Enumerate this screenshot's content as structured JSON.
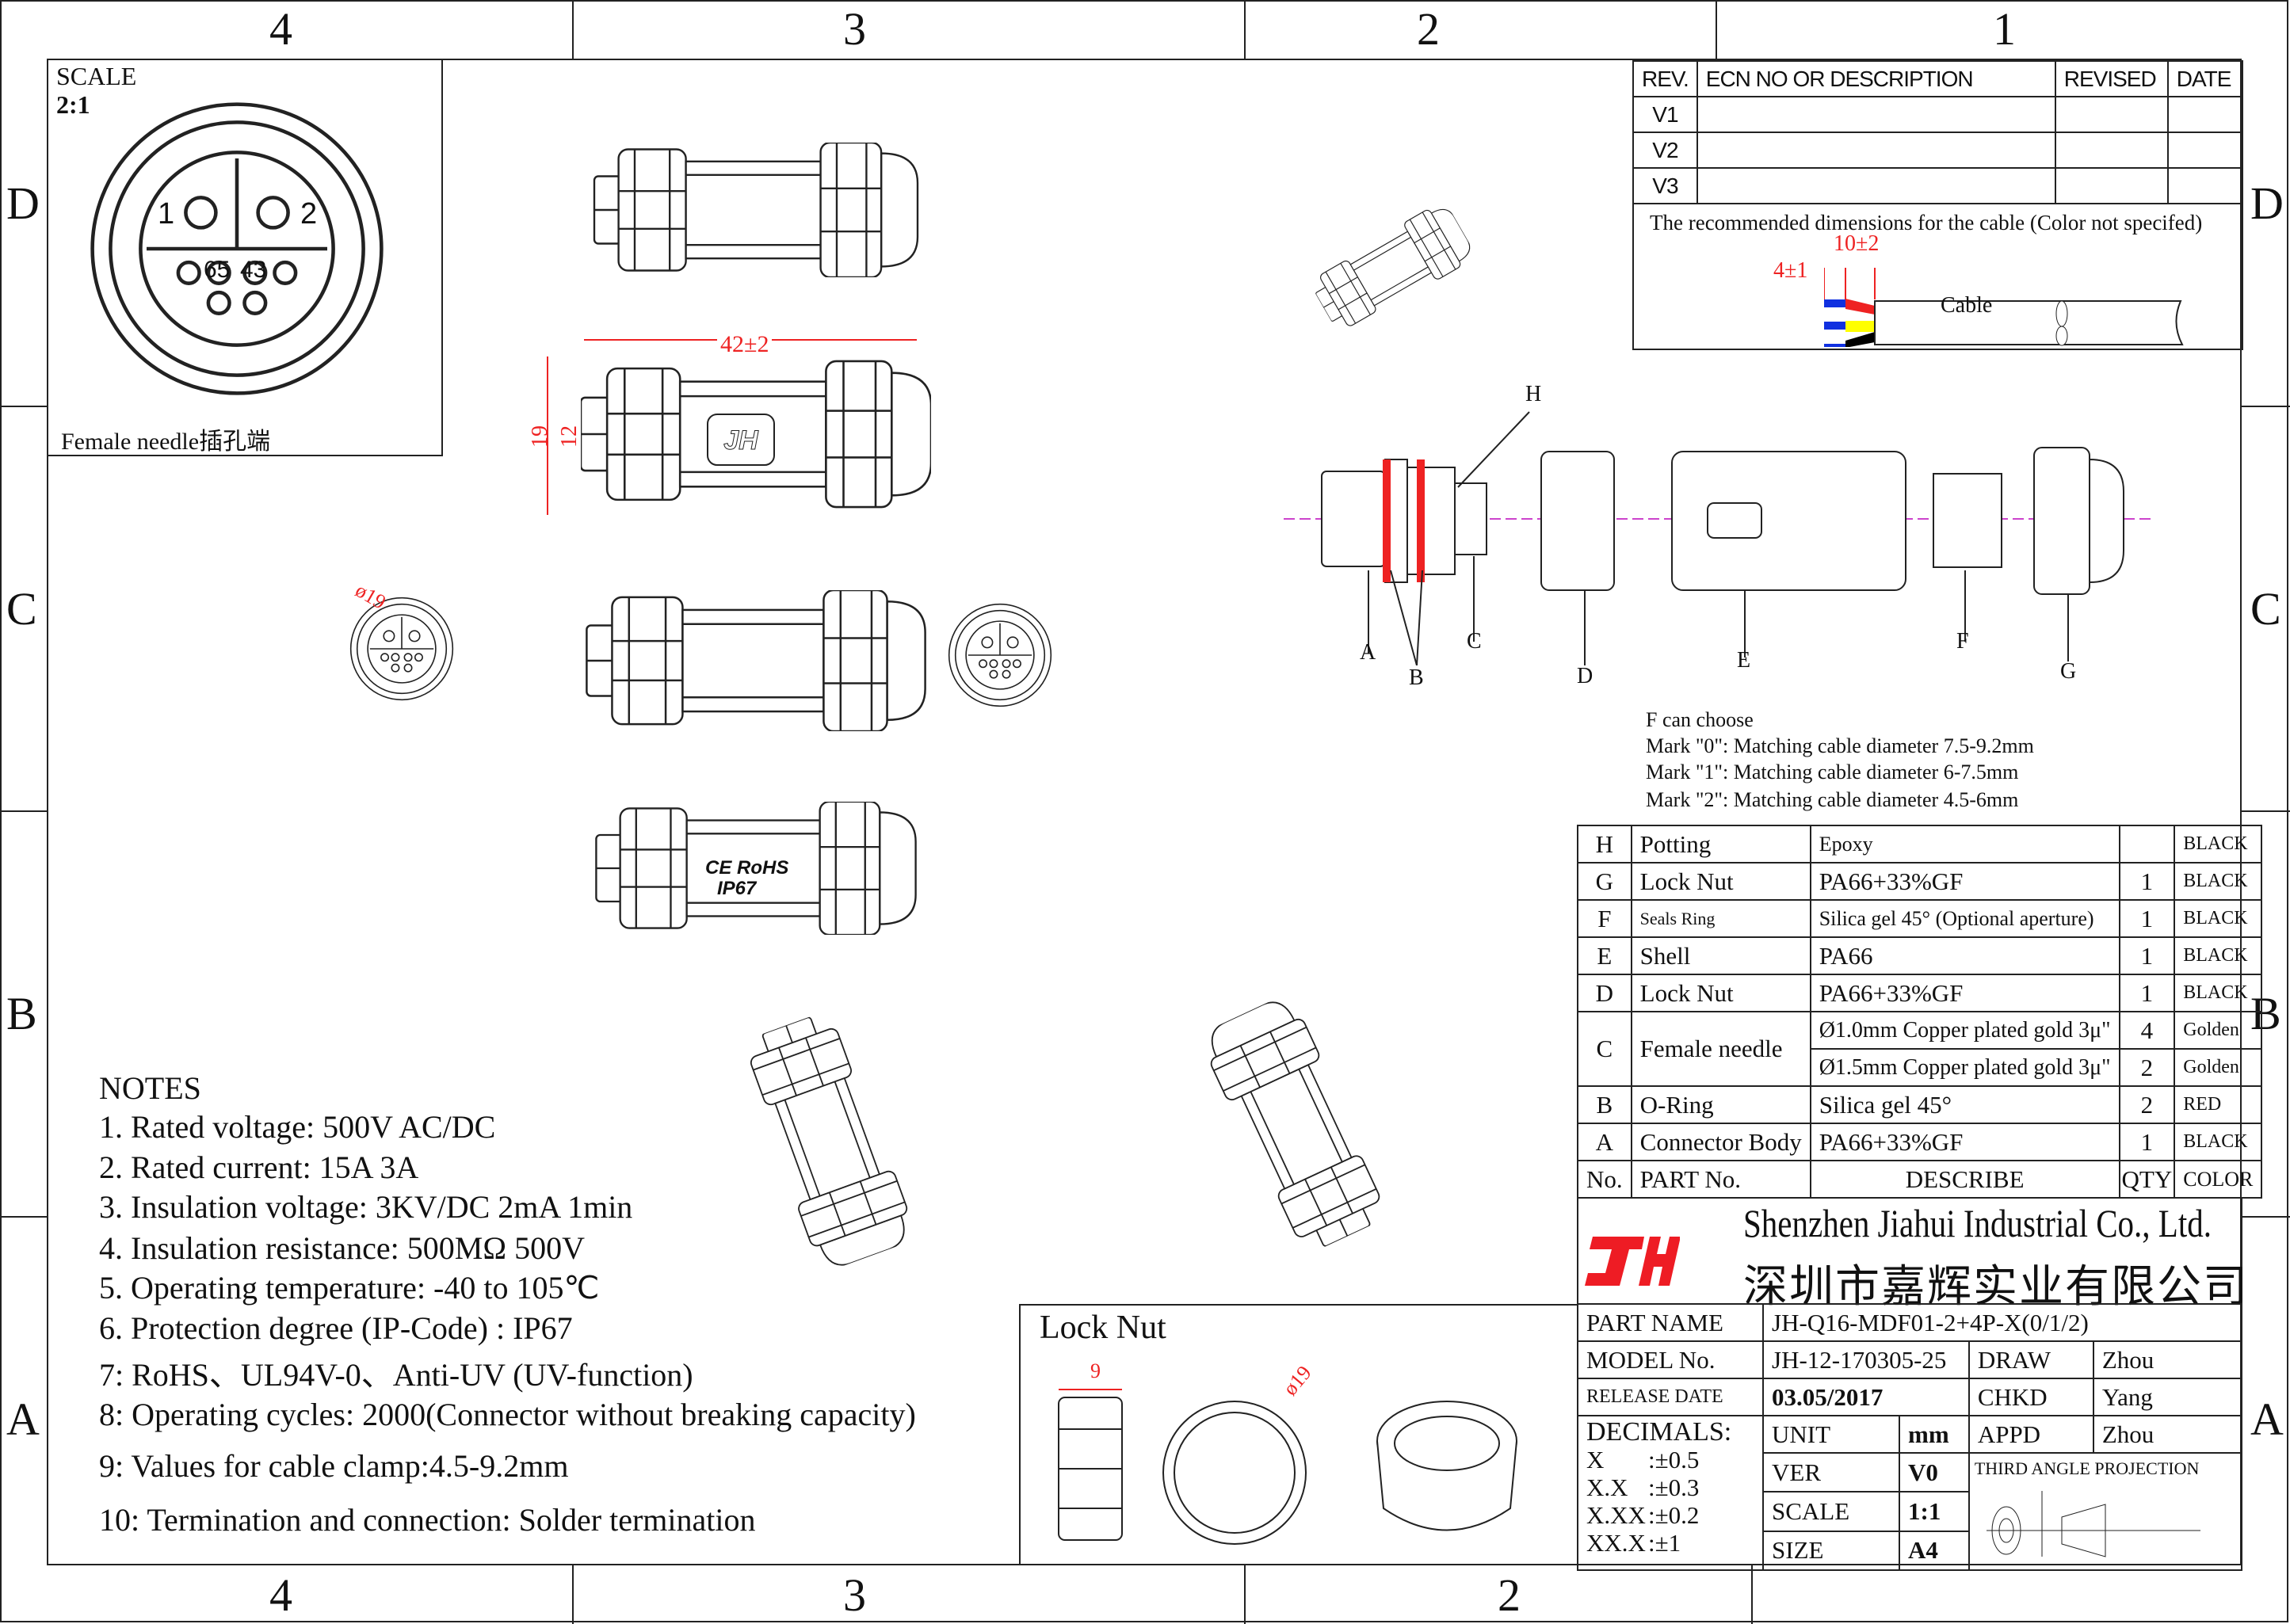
{
  "zones": {
    "top": [
      "4",
      "3",
      "2",
      "1"
    ],
    "side": [
      "D",
      "C",
      "B",
      "A"
    ],
    "bottom": [
      "4",
      "3",
      "2"
    ]
  },
  "scale_box": {
    "label": "SCALE",
    "value": "2:1",
    "caption": "Female needle插孔端",
    "pins": [
      "1",
      "2",
      "65",
      "43"
    ]
  },
  "revision_table": {
    "headers": [
      "REV.",
      "ECN NO OR DESCRIPTION",
      "REVISED",
      "DATE"
    ],
    "rows": [
      "V1",
      "V2",
      "V3"
    ]
  },
  "cable": {
    "note": "The recommended dimensions for the cable  (Color not specifed)",
    "dim_strip": "4±1",
    "dim_jacket": "10±2",
    "label": "Cable"
  },
  "dimensions": {
    "length": "42±2",
    "height_outer": "19",
    "height_inner": "12",
    "diameter": "ø19",
    "locknut_width": "9",
    "locknut_dia": "ø19"
  },
  "markings": {
    "ce_rohs": "CE RoHS",
    "ip": "IP67",
    "front_pins": "65 43"
  },
  "exploded_labels": {
    "A": "A",
    "B": "B",
    "C": "C",
    "D": "D",
    "E": "E",
    "F": "F",
    "G": "G",
    "H": "H"
  },
  "f_choose": {
    "title": "F can choose",
    "items": [
      "Mark \"0\": Matching cable diameter 7.5-9.2mm",
      "Mark \"1\": Matching cable diameter 6-7.5mm",
      "Mark \"2\": Matching cable diameter 4.5-6mm"
    ]
  },
  "parts": {
    "rows": [
      {
        "no": "H",
        "part": "Potting",
        "describe": "Epoxy",
        "qty": "",
        "color": "BLACK"
      },
      {
        "no": "G",
        "part": "Lock Nut",
        "describe": "PA66+33%GF",
        "qty": "1",
        "color": "BLACK"
      },
      {
        "no": "F",
        "part": "Seals Ring",
        "describe": "Silica gel 45°  (Optional aperture)",
        "qty": "1",
        "color": "BLACK"
      },
      {
        "no": "E",
        "part": "Shell",
        "describe": "PA66",
        "qty": "1",
        "color": "BLACK"
      },
      {
        "no": "D",
        "part": "Lock Nut",
        "describe": "PA66+33%GF",
        "qty": "1",
        "color": "BLACK"
      },
      {
        "no": "C",
        "part": "Female needle",
        "describe": "Ø1.0mm Copper plated gold 3μ\"",
        "qty": "4",
        "color": "Golden",
        "describe2": "Ø1.5mm Copper plated gold 3μ\"",
        "qty2": "2",
        "color2": "Golden"
      },
      {
        "no": "B",
        "part": "O-Ring",
        "describe": "Silica gel 45°",
        "qty": "2",
        "color": "RED"
      },
      {
        "no": "A",
        "part": "Connector Body",
        "describe": "PA66+33%GF",
        "qty": "1",
        "color": "BLACK"
      }
    ],
    "header": {
      "no": "No.",
      "part": "PART No.",
      "describe": "DESCRIBE",
      "qty": "QTY",
      "color": "COLOR"
    }
  },
  "company": {
    "logo": "JH",
    "name_en": "Shenzhen Jiahui Industrial Co., Ltd.",
    "name_cn": "深圳市嘉辉实业有限公司",
    "logo_color": "#ee1c24"
  },
  "title_block": {
    "part_name_label": "PART NAME",
    "part_name": "JH-Q16-MDF01-2+4P-X(0/1/2)",
    "model_label": "MODEL No.",
    "model": "JH-12-170305-25",
    "release_label": "RELEASE DATE",
    "release": "03.05/2017",
    "draw_label": "DRAW",
    "draw": "Zhou",
    "chkd_label": "CHKD",
    "chkd": "Yang",
    "appd_label": "APPD",
    "appd": "Zhou",
    "decimals_label": "DECIMALS:",
    "decimals": [
      [
        "X",
        ":±0.5"
      ],
      [
        "X.X",
        ":±0.3"
      ],
      [
        "X.XX",
        ":±0.2"
      ],
      [
        "XX.X",
        ":±1"
      ]
    ],
    "unit_label": "UNIT",
    "unit": "mm",
    "ver_label": "VER",
    "ver": "V0",
    "scale_label": "SCALE",
    "scale": "1:1",
    "size_label": "SIZE",
    "size": "A4",
    "projection": "THIRD ANGLE PROJECTION"
  },
  "notes": {
    "title": "NOTES",
    "items": [
      "1. Rated voltage: 500V AC/DC",
      "2. Rated current: 15A 3A",
      "3. Insulation voltage: 3KV/DC 2mA 1min",
      "4. Insulation resistance: 500MΩ 500V",
      "5. Operating temperature: -40 to 105℃",
      "6. Protection degree (IP-Code) : IP67",
      "7: RoHS、UL94V-0、Anti-UV (UV-function)",
      "8: Operating cycles: 2000(Connector without breaking capacity)",
      "9: Values for cable clamp:4.5-9.2mm",
      "10: Termination and connection: Solder termination"
    ]
  },
  "lock_nut": {
    "title": "Lock Nut"
  }
}
